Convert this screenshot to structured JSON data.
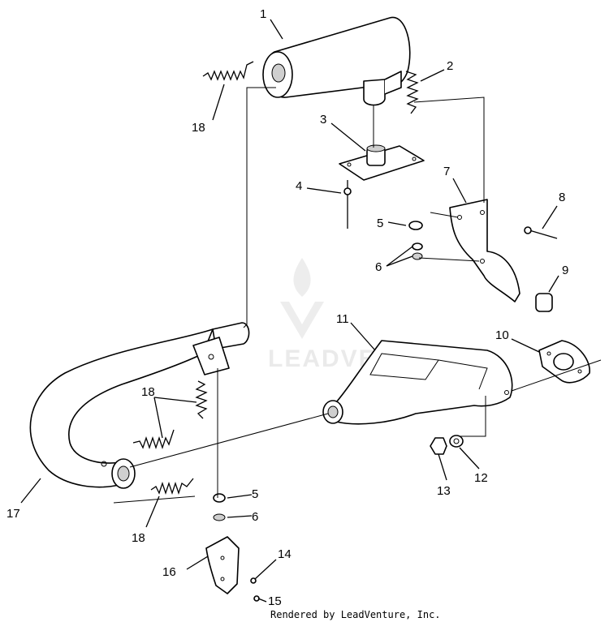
{
  "diagram": {
    "callouts": [
      "1",
      "2",
      "3",
      "4",
      "5",
      "6",
      "7",
      "8",
      "9",
      "10",
      "11",
      "12",
      "13",
      "14",
      "15",
      "16",
      "17",
      "18"
    ],
    "callout_18_count": 3,
    "watermark": "LEADVENTURE",
    "footer": "Rendered by LeadVenture, Inc."
  }
}
